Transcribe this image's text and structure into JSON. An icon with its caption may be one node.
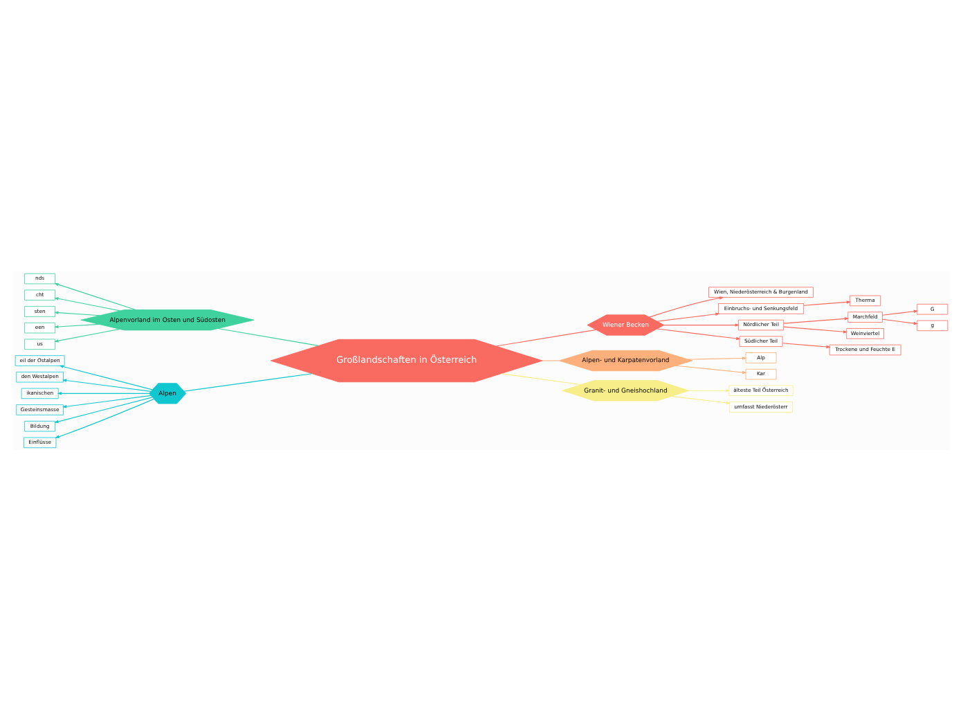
{
  "diagram": {
    "nodes": [
      {
        "text": [
          "Großlandschaften in Österreich"
        ]
      },
      {
        "text": [
          "Wiener Becken"
        ]
      },
      {
        "text": [
          "Wien, Niederösterreich & Burgenland"
        ]
      },
      {
        "text": [
          "Einbruchs- und Senkungsfeld"
        ]
      },
      {
        "text": [
          "Therma"
        ]
      },
      {
        "text": [
          "Nördlicher Teil"
        ]
      },
      {
        "text": [
          "Marchfeld"
        ]
      },
      {
        "text": [
          "G"
        ]
      },
      {
        "text": [
          "g"
        ]
      },
      {
        "text": [
          "Weinviertel"
        ]
      },
      {
        "text": [
          "Südlicher Teil"
        ]
      },
      {
        "text": [
          "Trockene und Feuchte E"
        ]
      },
      {
        "text": [
          "Alpen- und Karpatenvorland"
        ]
      },
      {
        "text": [
          "Alp"
        ]
      },
      {
        "text": [
          "Kar"
        ]
      },
      {
        "text": [
          "Granit- und Gneishochland"
        ]
      },
      {
        "text": [
          "älteste Teil Österreich"
        ]
      },
      {
        "text": [
          "umfasst Niederösterr"
        ]
      },
      {
        "text": [
          "Alpenvorland im Osten und Südosten"
        ]
      },
      {
        "text": [
          "nds"
        ]
      },
      {
        "text": [
          "cht"
        ]
      },
      {
        "text": [
          "sten"
        ]
      },
      {
        "text": [
          "een"
        ]
      },
      {
        "text": [
          "us"
        ]
      },
      {
        "text": [
          "Alpen"
        ]
      },
      {
        "text": [
          "eil der Ostalpen"
        ]
      },
      {
        "text": [
          "den Westalpen"
        ]
      },
      {
        "text": [
          "ikanischen"
        ]
      },
      {
        "text": [
          "Gesteinsmasse"
        ]
      },
      {
        "text": [
          "Bildung"
        ]
      },
      {
        "text": [
          "Einflüsse"
        ]
      }
    ],
    "edges": [
      {
        "from": 0,
        "to": 1,
        "arrow": "none"
      },
      {
        "from": 1,
        "to": 2,
        "arrow": "to"
      },
      {
        "from": 1,
        "to": 3,
        "arrow": "to"
      },
      {
        "from": 3,
        "to": 4,
        "arrow": "to"
      },
      {
        "from": 1,
        "to": 5,
        "arrow": "to"
      },
      {
        "from": 5,
        "to": 6,
        "arrow": "to"
      },
      {
        "from": 6,
        "to": 7,
        "arrow": "to"
      },
      {
        "from": 6,
        "to": 8,
        "arrow": "to"
      },
      {
        "from": 5,
        "to": 9,
        "arrow": "to"
      },
      {
        "from": 1,
        "to": 10,
        "arrow": "to"
      },
      {
        "from": 10,
        "to": 11,
        "arrow": "to"
      },
      {
        "from": 0,
        "to": 12,
        "arrow": "none",
        "color": "#fdb07c"
      },
      {
        "from": 12,
        "to": 13,
        "arrow": "to",
        "color": "#fdb07c"
      },
      {
        "from": 12,
        "to": 14,
        "arrow": "to",
        "color": "#fdb07c"
      },
      {
        "from": 0,
        "to": 15,
        "arrow": "none",
        "color": "#f7ee8a"
      },
      {
        "from": 15,
        "to": 16,
        "arrow": "to",
        "color": "#f7ee8a"
      },
      {
        "from": 15,
        "to": 17,
        "arrow": "to",
        "color": "#f7ee8a"
      },
      {
        "from": 0,
        "to": 18,
        "arrow": "none",
        "color": "#3fd19e"
      },
      {
        "from": 18,
        "to": 19,
        "arrow": "to",
        "color": "#3fd19e"
      },
      {
        "from": 18,
        "to": 20,
        "arrow": "to",
        "color": "#3fd19e"
      },
      {
        "from": 18,
        "to": 21,
        "arrow": "to",
        "color": "#3fd19e"
      },
      {
        "from": 18,
        "to": 22,
        "arrow": "to",
        "color": "#3fd19e"
      },
      {
        "from": 18,
        "to": 23,
        "arrow": "to",
        "color": "#3fd19e"
      },
      {
        "from": 0,
        "to": 24,
        "arrow": "none",
        "color": "#10c7cf"
      },
      {
        "from": 24,
        "to": 25,
        "arrow": "to",
        "color": "#10c7cf"
      },
      {
        "from": 24,
        "to": 26,
        "arrow": "to",
        "color": "#10c7cf"
      },
      {
        "from": 24,
        "to": 27,
        "arrow": "to",
        "color": "#10c7cf"
      },
      {
        "from": 24,
        "to": 28,
        "arrow": "to",
        "color": "#10c7cf"
      },
      {
        "from": 24,
        "to": 29,
        "arrow": "to",
        "color": "#10c7cf"
      },
      {
        "from": 24,
        "to": 30,
        "arrow": "to",
        "color": "#10c7cf"
      }
    ]
  }
}
